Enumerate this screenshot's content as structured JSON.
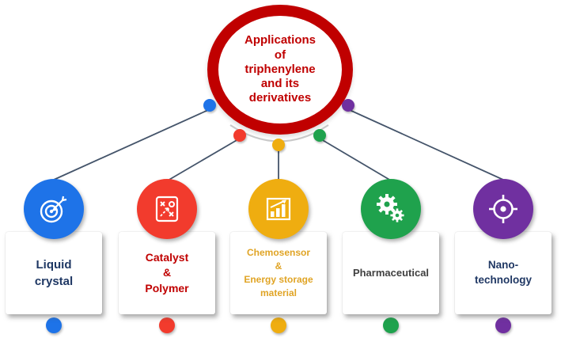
{
  "diagram": {
    "hub": {
      "title": "Applications\nof\ntriphenylene\nand its\nderivatives",
      "ring_color": "#c00000",
      "text_color": "#c00000"
    },
    "connector_color": "#44546a",
    "nodes": [
      {
        "id": "liquid-crystal",
        "label": "Liquid\ncrystal",
        "color": "#1e73e8",
        "text_color": "#1f3864",
        "icon": "dartboard-icon"
      },
      {
        "id": "catalyst-polymer",
        "label": "Catalyst\n&\nPolymer",
        "color": "#f23b2d",
        "text_color": "#c00000",
        "icon": "tactics-board-icon"
      },
      {
        "id": "chemosensor-energy-storage",
        "label": "Chemosensor\n&\nEnergy storage\nmaterial",
        "color": "#efad10",
        "text_color": "#e0a425",
        "icon": "growth-chart-icon"
      },
      {
        "id": "pharmaceutical",
        "label": "Pharmaceutical",
        "color": "#1fa24d",
        "text_color": "#404040",
        "icon": "gears-icon"
      },
      {
        "id": "nano-technology",
        "label": "Nano-\ntechnology",
        "color": "#7030a0",
        "text_color": "#203864",
        "icon": "crosshair-target-icon"
      }
    ]
  }
}
